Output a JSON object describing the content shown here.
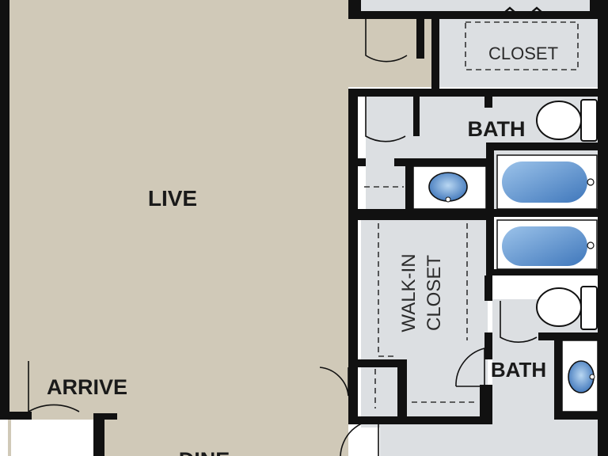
{
  "plan": {
    "colors": {
      "living_floor": "#d0c9b8",
      "tile_floor": "#dcdfe2",
      "wall": "#111111",
      "fixture_blue": "#5d8dc9",
      "fixture_white": "#ffffff"
    },
    "rooms": {
      "live": "LIVE",
      "closet": "CLOSET",
      "bath_top": "BATH",
      "walkin_line1": "WALK-IN",
      "walkin_line2": "CLOSET",
      "bath_bottom": "BATH",
      "arrive": "ARRIVE",
      "dine": "DINE"
    }
  }
}
